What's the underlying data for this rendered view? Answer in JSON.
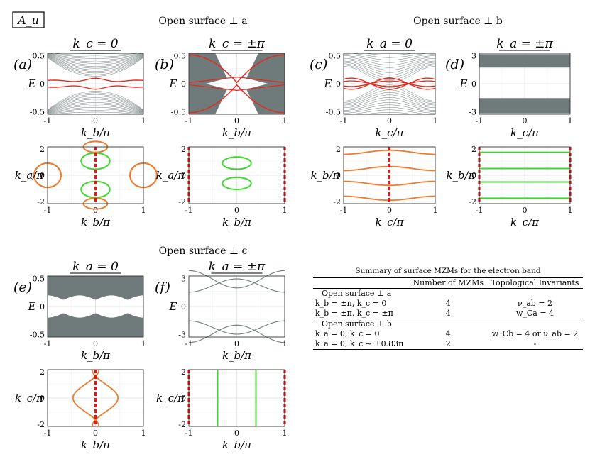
{
  "figure": {
    "label": "A_u",
    "group_titles": {
      "a": "Open surface ⊥ a",
      "b": "Open surface ⊥ b",
      "c": "Open surface ⊥ c"
    },
    "colors": {
      "bulk": "#6f7b7b",
      "surface": "#e8261a",
      "orange": "#ef7a2c",
      "green": "#3bd92e",
      "mzm": "#ee1111"
    },
    "panels": [
      {
        "id": "a",
        "letter": "(a)",
        "subtitle": "k_c = 0",
        "xlabel": "k_b/π",
        "ylabel": "E",
        "xticks": [
          "-1",
          "0",
          "1"
        ],
        "yticks": [
          "0.5",
          "0",
          "-0.5"
        ]
      },
      {
        "id": "b",
        "letter": "(b)",
        "subtitle": "k_c = ±π",
        "xlabel": "k_b/π",
        "ylabel": "E",
        "xticks": [
          "-1",
          "0",
          "1"
        ],
        "yticks": [
          "0.5",
          "0",
          "-0.5"
        ]
      },
      {
        "id": "c",
        "letter": "(c)",
        "subtitle": "k_a = 0",
        "xlabel": "k_c/π",
        "ylabel": "E",
        "xticks": [
          "-1",
          "0",
          "1"
        ],
        "yticks": [
          "0.5",
          "0",
          "-0.5"
        ]
      },
      {
        "id": "d",
        "letter": "(d)",
        "subtitle": "k_a = ±π",
        "xlabel": "k_c/π",
        "ylabel": "E",
        "xticks": [
          "-1",
          "0",
          "1"
        ],
        "yticks": [
          "3",
          "0",
          "-3"
        ]
      },
      {
        "id": "e",
        "letter": "(e)",
        "subtitle": "k_a = 0",
        "xlabel": "k_b/π",
        "ylabel": "E",
        "xticks": [
          "-1",
          "0",
          "1"
        ],
        "yticks": [
          "0.5",
          "0",
          "-0.5"
        ]
      },
      {
        "id": "f",
        "letter": "(f)",
        "subtitle": "k_a = ±π",
        "xlabel": "k_b/π",
        "ylabel": "E",
        "xticks": [
          "-1",
          "0",
          "1"
        ],
        "yticks": [
          "3",
          "0",
          "-3"
        ]
      },
      {
        "id": "a2",
        "xlabel": "k_b/π",
        "ylabel": "k_a/π",
        "xticks": [
          "-1",
          "0",
          "1"
        ],
        "yticks": [
          "2",
          "0",
          "-2"
        ]
      },
      {
        "id": "b2",
        "xlabel": "k_b/π",
        "ylabel": "k_a/π",
        "xticks": [
          "-1",
          "0",
          "1"
        ],
        "yticks": [
          "2",
          "0",
          "-2"
        ]
      },
      {
        "id": "c2",
        "xlabel": "k_c/π",
        "ylabel": "k_b/π",
        "xticks": [
          "-1",
          "0",
          "1"
        ],
        "yticks": [
          "2",
          "0",
          "-2"
        ]
      },
      {
        "id": "d2",
        "xlabel": "k_c/π",
        "ylabel": "k_b/π",
        "xticks": [
          "-1",
          "0",
          "1"
        ],
        "yticks": [
          "2",
          "0",
          "-2"
        ]
      },
      {
        "id": "e2",
        "xlabel": "k_b/π",
        "ylabel": "k_c/π",
        "xticks": [
          "-1",
          "0",
          "1"
        ],
        "yticks": [
          "2",
          "0",
          "-2"
        ]
      },
      {
        "id": "f2",
        "xlabel": "k_b/π",
        "ylabel": "k_c/π",
        "xticks": [
          "-1",
          "0",
          "1"
        ],
        "yticks": [
          "2",
          "0",
          "-2"
        ]
      }
    ]
  },
  "table": {
    "caption": "Summary of surface MZMs for the electron band",
    "headers": [
      "",
      "Number of MZMs",
      "Topological Invariants"
    ],
    "sections": [
      {
        "name": "Open surface ⊥ a",
        "rows": [
          {
            "cond": "k_b = ±π, k_c = 0",
            "mzms": "4",
            "inv": "ν_ab = 2"
          },
          {
            "cond": "k_b = ±π, k_c = ±π",
            "mzms": "4",
            "inv": "w_Ca = 4"
          }
        ]
      },
      {
        "name": "Open surface ⊥ b",
        "rows": [
          {
            "cond": "k_a = 0, k_c = 0",
            "mzms": "4",
            "inv": "w_Cb = 4  or  ν_ab = 2"
          },
          {
            "cond": "k_a = 0, k_c ∼ ±0.83π",
            "mzms": "2",
            "inv": "-"
          }
        ]
      }
    ]
  }
}
